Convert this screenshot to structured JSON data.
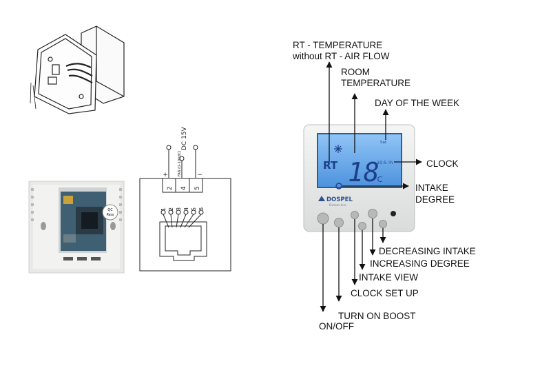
{
  "labels": {
    "rt_line1": "RT - TEMPERATURE",
    "rt_line2": "without RT - AIR FLOW",
    "room_line1": "ROOM",
    "room_line2": "TEMPERATURE",
    "day_of_week": "DAY OF THE WEEK",
    "clock": "CLOCK",
    "intake_line1": "INTAKE",
    "intake_line2": "DEGREE",
    "decreasing_intake": "DECREASING INTAKE",
    "increasing_degree": "INCREASING DEGREE",
    "intake_view": "INTAKE VIEW",
    "clock_set_up": "CLOCK SET UP",
    "turn_on_boost": "TURN ON BOOST",
    "on_off": "ON/OFF"
  },
  "display": {
    "rt": "RT",
    "temperature": "18",
    "unit": "°C",
    "day": "Sat",
    "time": "10:5 !h"
  },
  "device": {
    "brand": "DOSPEL",
    "brand_sub": "Dream-line"
  },
  "back_panel": {
    "qc_line1": "QC",
    "qc_line2": "Pass"
  },
  "wiring": {
    "supply": "DC 15V",
    "terminals": [
      "2",
      "4",
      "5"
    ],
    "signs": [
      "+",
      "",
      "−"
    ],
    "fan_label": "FAN (0–10VdC)",
    "pins": [
      "1",
      "2",
      "3",
      "4",
      "5",
      "6"
    ]
  },
  "colors": {
    "lcd": "#5b9ee3",
    "lcd_light": "#8fc4f6",
    "device_body": "#eceeed",
    "pcb": "#3f5f72"
  }
}
